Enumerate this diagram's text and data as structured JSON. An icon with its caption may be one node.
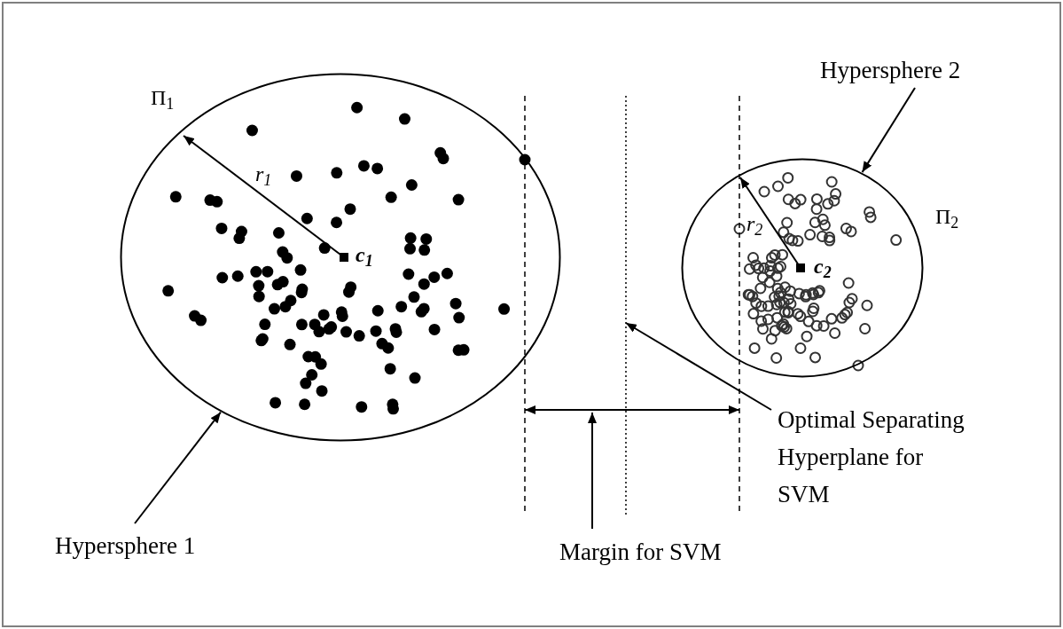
{
  "diagram": {
    "nodes": [
      {
        "text": [],
        "shape": "circle",
        "beside": [
          "Π$_{1}$"
        ]
      },
      {
        "text": [],
        "shape": "circle",
        "beside": [
          "Π$_{2}$"
        ]
      },
      {
        "text": [],
        "shape": "line"
      },
      {
        "text": [],
        "shape": "line"
      },
      {
        "text": [],
        "shape": "line"
      },
      {
        "text": [
          "Hypersphere 1"
        ]
      },
      {
        "text": [
          "Hypersphere 2"
        ]
      },
      {
        "text": [
          "Optimal Separating Hyperplane for SVM"
        ]
      },
      {
        "text": [
          "Margin for SVM"
        ]
      }
    ],
    "edges": [
      {
        "from": 5,
        "to": 0,
        "arrow": "to"
      },
      {
        "from": 6,
        "to": 1,
        "arrow": "to"
      },
      {
        "from": 7,
        "to": 3,
        "arrow": "to"
      },
      {
        "from": 8,
        "to": null,
        "arrow": "to"
      },
      {
        "from": 2,
        "to": 4,
        "arrow": "both"
      }
    ],
    "labels": [
      "r$_{1}$",
      "c$_{1}$",
      "r$_{2}$",
      "c$_{2}$"
    ]
  }
}
